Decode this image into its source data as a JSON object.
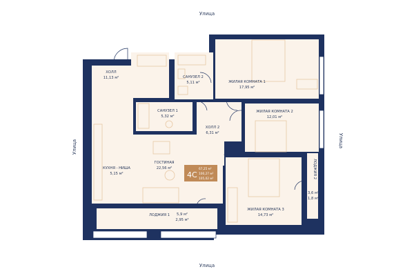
{
  "streets": {
    "top": "Улица",
    "bottom": "Улица",
    "left": "Улица",
    "right": "Улица"
  },
  "apartment": {
    "type": "4С",
    "area_living": "67,25 м²",
    "area_total": "100,27 м²",
    "area_with_loggia": "105,02 м²"
  },
  "rooms": [
    {
      "name": "ХОЛЛ",
      "area": "11,13 м²"
    },
    {
      "name": "САНУЗЕЛ 2",
      "area": "5,11 м²"
    },
    {
      "name": "ЖИЛАЯ КОМНАТА 1",
      "area": "17,95 м²"
    },
    {
      "name": "САНУЗЕЛ 1",
      "area": "5,32 м²"
    },
    {
      "name": "ХОЛЛ 2",
      "area": "6,31 м²"
    },
    {
      "name": "ЖИЛАЯ КОМНАТА 2",
      "area": "12,01 м²"
    },
    {
      "name": "ГОСТИНАЯ",
      "area": "22,56 м²"
    },
    {
      "name": "КУХНЯ - НИША",
      "area": "5,15 м²"
    },
    {
      "name": "ЖИЛАЯ КОМНАТА 3",
      "area": "14,73 м²"
    },
    {
      "name": "ЛОДЖИЯ 1",
      "area": "5,9 м²",
      "area2": "2,95 м²"
    },
    {
      "name": "ЛОДЖИЯ 2",
      "area": "3,6 м²",
      "area2": "1,8 м²"
    }
  ],
  "colors": {
    "wall": "#1e3260",
    "floor": "#fbf3ea",
    "furniture": "#e7c7a3",
    "badge": "#c08a57"
  }
}
